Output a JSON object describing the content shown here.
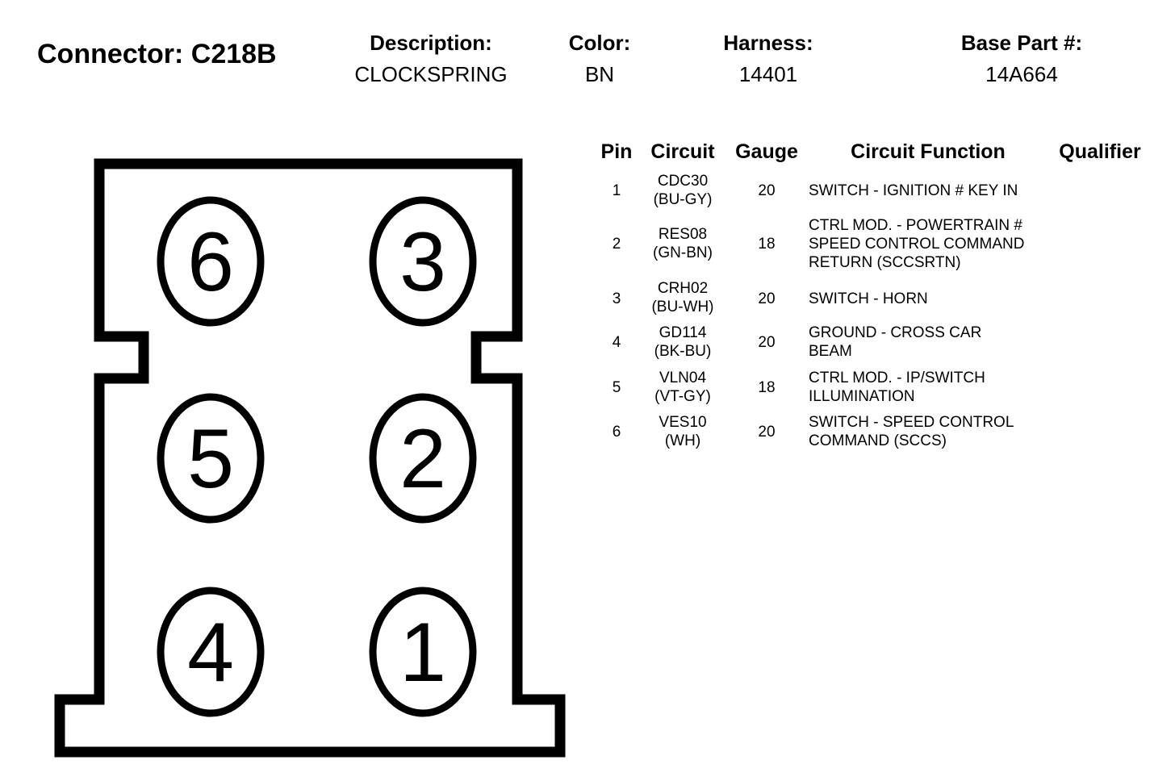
{
  "connector": {
    "title": "Connector: C218B",
    "description_label": "Description:",
    "description_value": "CLOCKSPRING",
    "color_label": "Color:",
    "color_value": "BN",
    "harness_label": "Harness:",
    "harness_value": "14401",
    "base_part_label": "Base Part #:",
    "base_part_value": "14A664"
  },
  "table": {
    "headers": {
      "pin": "Pin",
      "circuit": "Circuit",
      "gauge": "Gauge",
      "function": "Circuit Function",
      "qualifier": "Qualifier"
    },
    "rows": [
      {
        "pin": "1",
        "circuit": "CDC30\n(BU-GY)",
        "gauge": "20",
        "function": "SWITCH - IGNITION # KEY IN"
      },
      {
        "pin": "2",
        "circuit": "RES08\n(GN-BN)",
        "gauge": "18",
        "function": "CTRL MOD. - POWERTRAIN #\nSPEED CONTROL COMMAND\nRETURN (SCCSRTN)"
      },
      {
        "pin": "3",
        "circuit": "CRH02\n(BU-WH)",
        "gauge": "20",
        "function": "SWITCH - HORN"
      },
      {
        "pin": "4",
        "circuit": "GD114\n(BK-BU)",
        "gauge": "20",
        "function": "GROUND - CROSS CAR\nBEAM"
      },
      {
        "pin": "5",
        "circuit": "VLN04\n(VT-GY)",
        "gauge": "18",
        "function": "CTRL MOD. - IP/SWITCH\nILLUMINATION"
      },
      {
        "pin": "6",
        "circuit": "VES10\n(WH)",
        "gauge": "20",
        "function": "SWITCH - SPEED CONTROL\nCOMMAND (SCCS)"
      }
    ]
  },
  "diagram": {
    "pins": [
      "6",
      "3",
      "5",
      "2",
      "4",
      "1"
    ]
  }
}
